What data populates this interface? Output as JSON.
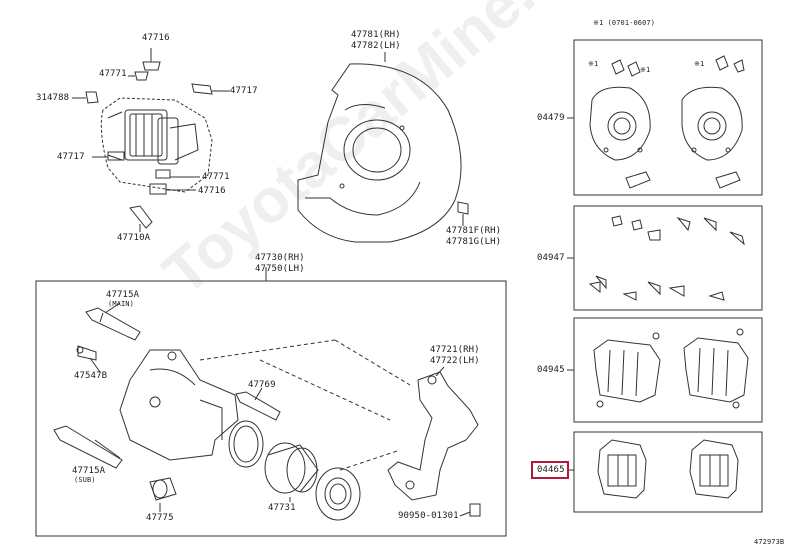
{
  "watermark": "ToyotaCarMine.ru",
  "footnote": "※1 (0701-0607)",
  "figure_code": "472973B",
  "labels": {
    "p47716_top": "47716",
    "p47771_top": "47771",
    "p47717_right": "47717",
    "p314788": "314788",
    "p47717_left": "47717",
    "p47771_bot": "47771",
    "p47716_bot": "47716",
    "p47710A": "47710A",
    "shield_rh": "47781(RH)",
    "shield_lh": "47782(LH)",
    "shield2_rh": "47781F(RH)",
    "shield2_lh": "47781G(LH)",
    "caliper_rh": "47730(RH)",
    "caliper_lh": "47750(LH)",
    "p47715A_main": "47715A",
    "main_note": "(MAIN)",
    "p47547B": "47547B",
    "p47715A_sub": "47715A",
    "sub_note": "(SUB)",
    "p47775": "47775",
    "p47769": "47769",
    "p47731": "47731",
    "mount_rh": "47721(RH)",
    "mount_lh": "47722(LH)",
    "p90950": "90950-01301",
    "kit04479": "04479",
    "kit04947": "04947",
    "kit04945": "04945",
    "kit04465": "04465",
    "note_x1": "※1"
  },
  "colors": {
    "line": "#333333",
    "highlight": "#b0183c"
  }
}
